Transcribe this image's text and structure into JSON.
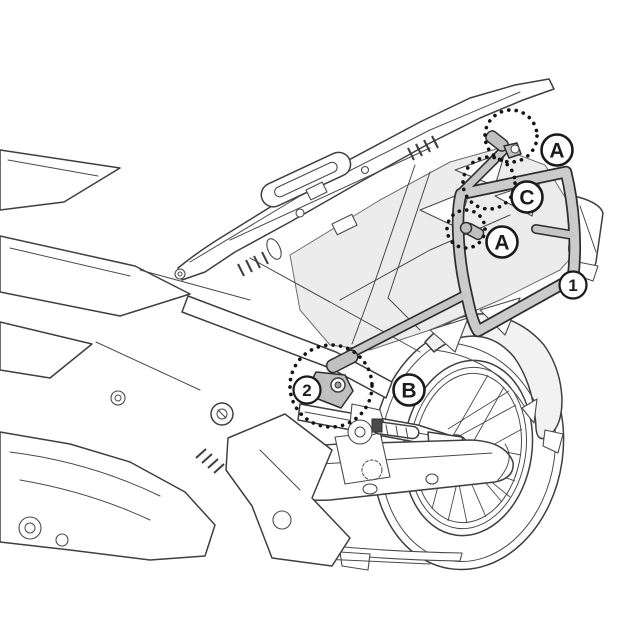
{
  "diagram": {
    "callouts": [
      {
        "id": "fitting-a-top",
        "label": "A"
      },
      {
        "id": "fitting-c",
        "label": "C"
      },
      {
        "id": "fitting-a-mid",
        "label": "A"
      },
      {
        "id": "fitting-b",
        "label": "B"
      },
      {
        "id": "ref-1",
        "label": "1"
      },
      {
        "id": "ref-2",
        "label": "2"
      }
    ],
    "colors": {
      "background": "#ffffff",
      "line": "#3f3f3f",
      "rack_fill": "#cbcbcb",
      "rack_outline": "#2e2e2e",
      "panel_shade": "#ececec",
      "highlight_dots": "#141414",
      "callout_text": "#1c1c1c"
    }
  }
}
